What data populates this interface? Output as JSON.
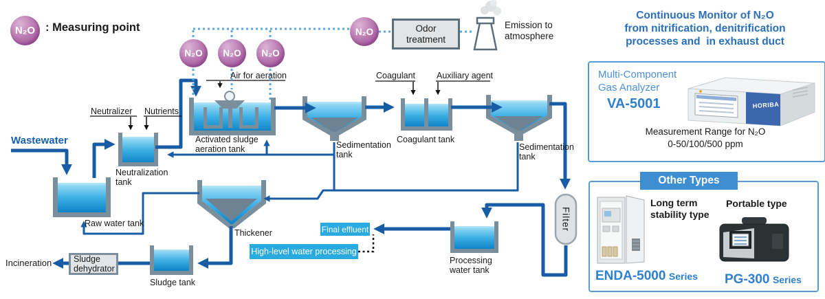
{
  "legend": {
    "badge": "N₂O",
    "label": ": Measuring point"
  },
  "measuring_point": "N₂O",
  "flow": {
    "wastewater": "Wastewater",
    "raw_water_tank": "Raw water tank",
    "neutralizer": "Neutralizer",
    "nutrients": "Nutrients",
    "neutralization_tank": "Neutralization tank",
    "air_for_aeration": "Air for aeration",
    "activated_sludge_tank": "Activated sludge aeration tank",
    "sedimentation_tank": "Sedimentation tank",
    "coagulant": "Coagulant",
    "auxiliary_agent": "Auxiliary agent",
    "coagulant_tank": "Coagulant tank",
    "filter": "Filter",
    "processing_water_tank": "Processing water tank",
    "final_effluent": "Final effluent",
    "high_level": "High-level water processing",
    "thickener": "Thickener",
    "sludge_tank": "Sludge tank",
    "sludge_dehydrator": "Sludge dehydrator",
    "incineration": "Incineration",
    "odor_treatment": "Odor treatment",
    "emission": "Emission to atmosphere"
  },
  "panel": {
    "heading_line1": "Continuous Monitor of N₂O",
    "heading_line2": "from nitrification, denitrification",
    "heading_line3": "processes and  in exhaust duct",
    "analyzer_type_line1": "Multi-Component",
    "analyzer_type_line2": "Gas Analyzer",
    "analyzer_model": "VA-5001",
    "brand": "HORIBA",
    "range_line1": "Measurement Range for N₂O",
    "range_line2": "0-50/100/500 ppm",
    "other_types_title": "Other Types",
    "long_term_label": "Long term stability type",
    "portable_label": "Portable type",
    "enda_model": "ENDA-5000",
    "enda_series": "Series",
    "pg_model": "PG-300",
    "pg_series": "Series"
  },
  "colors": {
    "flow_line": "#175ca4",
    "dotted_line": "#58a7dd",
    "badge_purple": "#9a4893",
    "heading_blue": "#2b6fb8",
    "product_blue": "#2f7fd1",
    "panel_border": "#5b9bd5",
    "effluent_bg": "#29abe2",
    "tank_wall": "#7b8e9c",
    "water_top": "#b9e7f9",
    "water_bottom": "#0d83c8"
  }
}
